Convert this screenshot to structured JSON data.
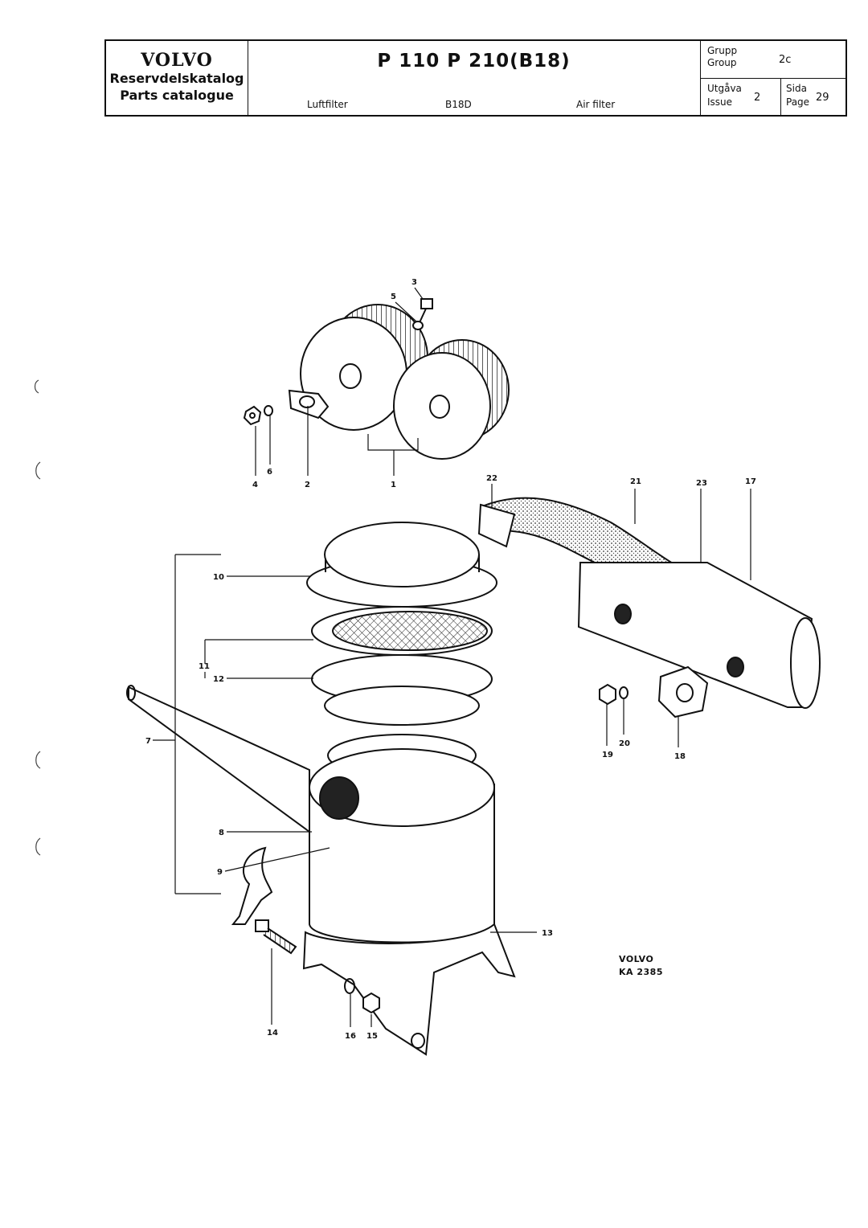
{
  "header": {
    "brand": "VOLVO",
    "subtitle_sv": "Reservdelskatalog",
    "subtitle_en": "Parts catalogue",
    "models": "P 110  P 210(B18)",
    "section_sv": "Luftfilter",
    "engine": "B18D",
    "section_en": "Air filter",
    "group_label_sv": "Grupp",
    "group_label_en": "Group",
    "group_value": "2c",
    "issue_label_sv": "Utgåva",
    "issue_label_en": "Issue",
    "issue_value": "2",
    "page_label_sv": "Sida",
    "page_label_en": "Page",
    "page_value": "29"
  },
  "callouts": [
    "1",
    "2",
    "3",
    "4",
    "5",
    "6",
    "7",
    "8",
    "9",
    "10",
    "11",
    "12",
    "13",
    "14",
    "15",
    "16",
    "17",
    "18",
    "19",
    "20",
    "21",
    "22",
    "23"
  ],
  "stamp": {
    "line1": "VOLVO",
    "line2": "KA  2385"
  }
}
